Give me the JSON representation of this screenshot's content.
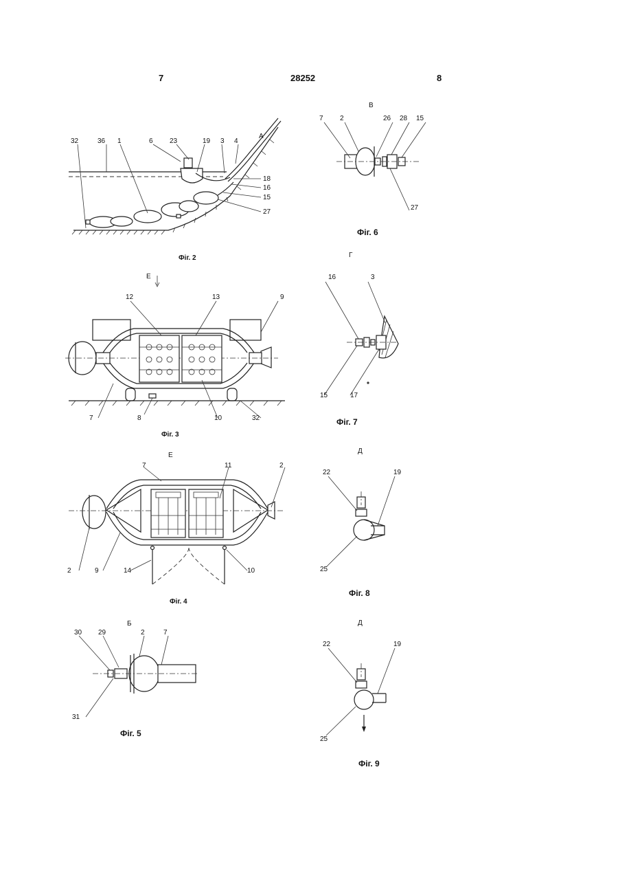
{
  "header": {
    "left": "7",
    "center": "28252",
    "right": "8"
  },
  "fig2": {
    "caption": "Фіг. 2",
    "view": "А",
    "labels": [
      "32",
      "36",
      "1",
      "6",
      "23",
      "19",
      "3",
      "4",
      "18",
      "16",
      "15",
      "27"
    ]
  },
  "fig3": {
    "caption": "Фіг. 3",
    "view": "Е",
    "labels": [
      "12",
      "13",
      "9",
      "7",
      "8",
      "10",
      "32"
    ]
  },
  "fig4": {
    "caption": "Фіг. 4",
    "view": "Е",
    "labels": [
      "7",
      "11",
      "2",
      "2",
      "9",
      "14",
      "10"
    ]
  },
  "fig5": {
    "caption": "Фіг. 5",
    "view": "Б",
    "labels": [
      "30",
      "29",
      "2",
      "7",
      "31"
    ]
  },
  "fig6": {
    "caption": "Фіг. 6",
    "view": "В",
    "labels": [
      "7",
      "2",
      "26",
      "28",
      "15",
      "27"
    ]
  },
  "fig7": {
    "caption": "Фіг. 7",
    "view": "Г",
    "labels": [
      "16",
      "3",
      "15",
      "17"
    ]
  },
  "fig8": {
    "caption": "Фіг. 8",
    "view": "Д",
    "labels": [
      "22",
      "19",
      "25"
    ]
  },
  "fig9": {
    "caption": "Фіг. 9",
    "view": "Д",
    "labels": [
      "22",
      "19",
      "25"
    ]
  }
}
